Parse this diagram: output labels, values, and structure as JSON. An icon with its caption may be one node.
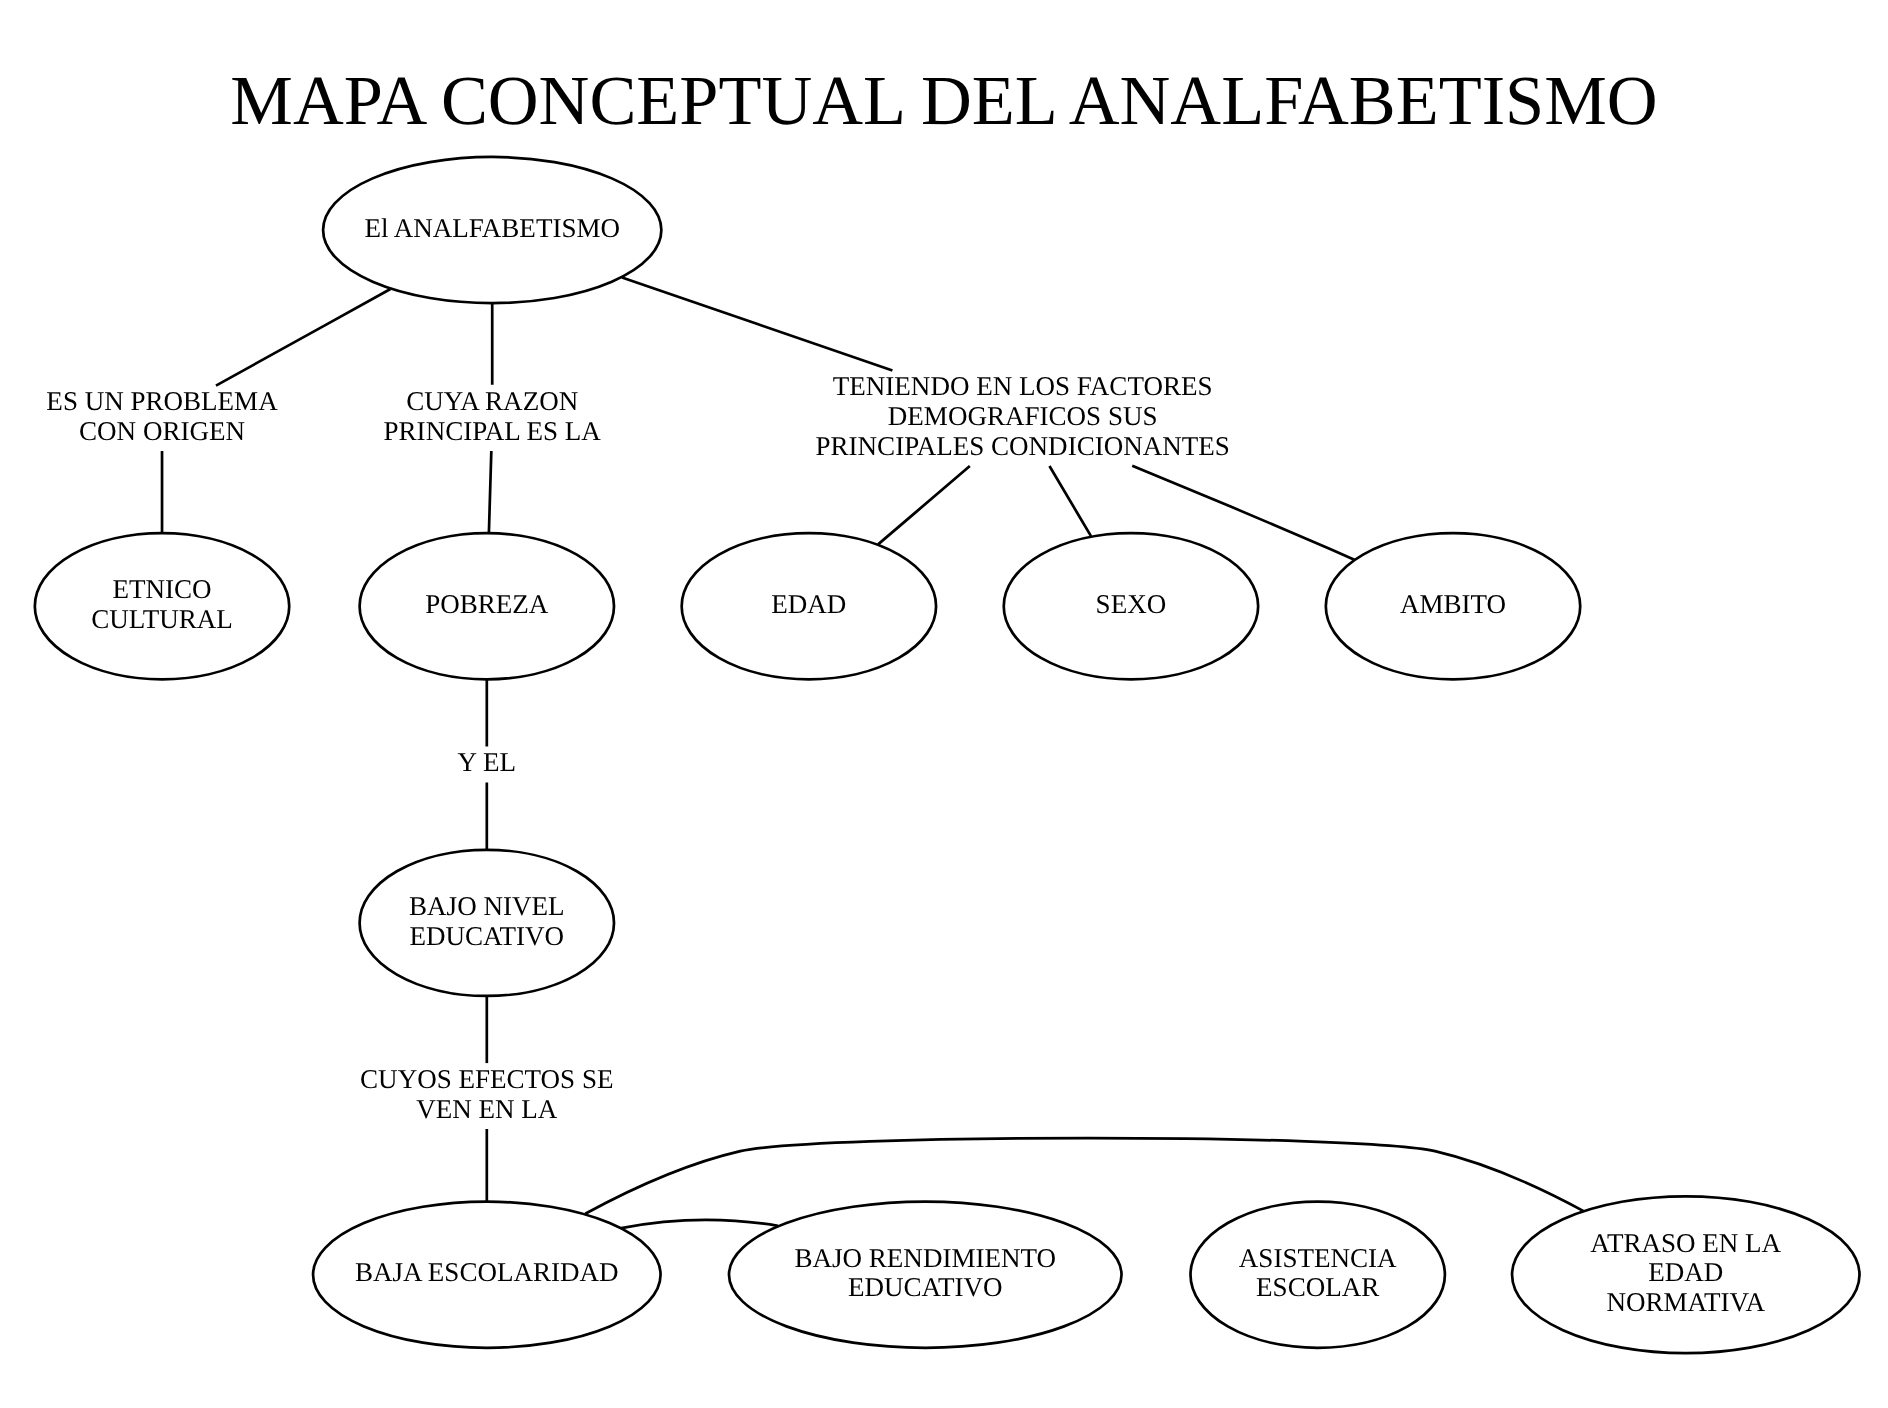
{
  "diagram": {
    "title": "MAPA CONCEPTUAL DEL ANALFABETISMO",
    "nodes": [
      {
        "text": [
          "El ANALFABETISMO"
        ]
      },
      {
        "text": [
          "ES UN PROBLEMA CON ORIGEN"
        ]
      },
      {
        "text": [
          "ETNICO CULTURAL"
        ]
      },
      {
        "text": [
          "CUYA RAZON PRINCIPAL ES LA"
        ]
      },
      {
        "text": [
          "POBREZA"
        ]
      },
      {
        "text": [
          "TENIENDO EN LOS FACTORES DEMOGRAFICOS SUS PRINCIPALES CONDICIONANTES"
        ]
      },
      {
        "text": [
          "EDAD"
        ]
      },
      {
        "text": [
          "SEXO"
        ]
      },
      {
        "text": [
          "AMBITO"
        ]
      },
      {
        "text": [
          "Y EL"
        ]
      },
      {
        "text": [
          "BAJO NIVEL EDUCATIVO"
        ]
      },
      {
        "text": [
          "CUYOS EFECTOS SE VEN EN LA"
        ]
      },
      {
        "text": [
          "ATRASO EN LA EDAD NORMATIVA"
        ]
      },
      {
        "text": [
          "BAJA ESCOLARIDAD"
        ]
      },
      {
        "text": [
          "BAJO RENDIMIENTO EDUCATIVO"
        ]
      },
      {
        "text": [
          "ASISTENCIA ESCOLAR"
        ]
      }
    ],
    "edges": [
      {
        "from": 0,
        "to": 1,
        "arrow": "none"
      },
      {
        "from": 1,
        "to": 2,
        "arrow": "none"
      },
      {
        "from": 0,
        "to": 3,
        "arrow": "none"
      },
      {
        "from": 3,
        "to": 4,
        "arrow": "none"
      },
      {
        "from": 0,
        "to": 5,
        "arrow": "none"
      },
      {
        "from": 5,
        "to": 6,
        "arrow": "none"
      },
      {
        "from": 5,
        "to": 7,
        "arrow": "none"
      },
      {
        "from": 5,
        "to": 8,
        "arrow": "none"
      },
      {
        "from": 4,
        "to": 9,
        "arrow": "none"
      },
      {
        "from": 9,
        "to": 10,
        "arrow": "none"
      },
      {
        "from": 10,
        "to": 11,
        "arrow": "none"
      },
      {
        "from": 11,
        "to": 13,
        "arrow": "none"
      },
      {
        "from": 13,
        "to": 12,
        "arrow": "none"
      },
      {
        "from": 13,
        "to": 14,
        "arrow": "none"
      }
    ]
  }
}
